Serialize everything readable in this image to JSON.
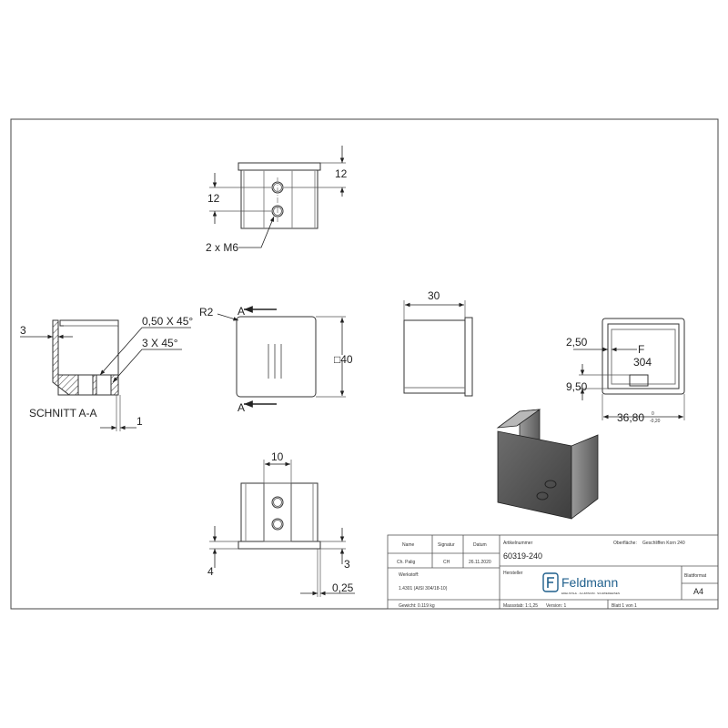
{
  "top_view": {
    "dim_12_right": "12",
    "dim_12_left": "12",
    "hole_callout": "2 x M6"
  },
  "section_view": {
    "dim_3": "3",
    "chamfer_1": "0,50 X 45°",
    "chamfer_2": "3 X 45°",
    "label": "SCHNITT A-A",
    "dim_1": "1"
  },
  "front_view": {
    "radius": "R2",
    "section_mark_top": "A",
    "section_mark_bottom": "A",
    "dim_square": "□40"
  },
  "side_view": {
    "dim_30": "30"
  },
  "end_view": {
    "dim_2_50": "2,50",
    "dim_9_50": "9,50",
    "dim_36_80": "36,80",
    "tol_upper": "0",
    "tol_lower": "-0,20",
    "stamp_f": "F",
    "stamp_304": "304"
  },
  "bottom_view": {
    "dim_10": "10",
    "dim_4": "4",
    "dim_3": "3",
    "dim_0_25": "0,25"
  },
  "title_block": {
    "headers": [
      "Name",
      "Signatur",
      "Datum"
    ],
    "row": [
      "Ch. Palig",
      "CH",
      "26.11.2020"
    ],
    "article_label": "Artikelnummer",
    "article_number": "60319-240",
    "surface_label": "Oberfläche:",
    "surface_value": "Geschliffen Korn 240",
    "material_label": "Werkstoff:",
    "material_value": "1.4301 (AISI 304/18-10)",
    "manufacturer_label": "Hersteller",
    "brand": "Feldmann",
    "brand_tagline": "EDELSTAHL · ALUMINIUM · SCHMIEDEEISEN",
    "sheet_format_label": "Blattformat",
    "sheet_format": "A4",
    "weight": "Gewicht: 0.119 kg",
    "scale": "Massstab: 1:1,25",
    "version": "Version: 1",
    "sheet": "Blatt 1 von 1"
  }
}
